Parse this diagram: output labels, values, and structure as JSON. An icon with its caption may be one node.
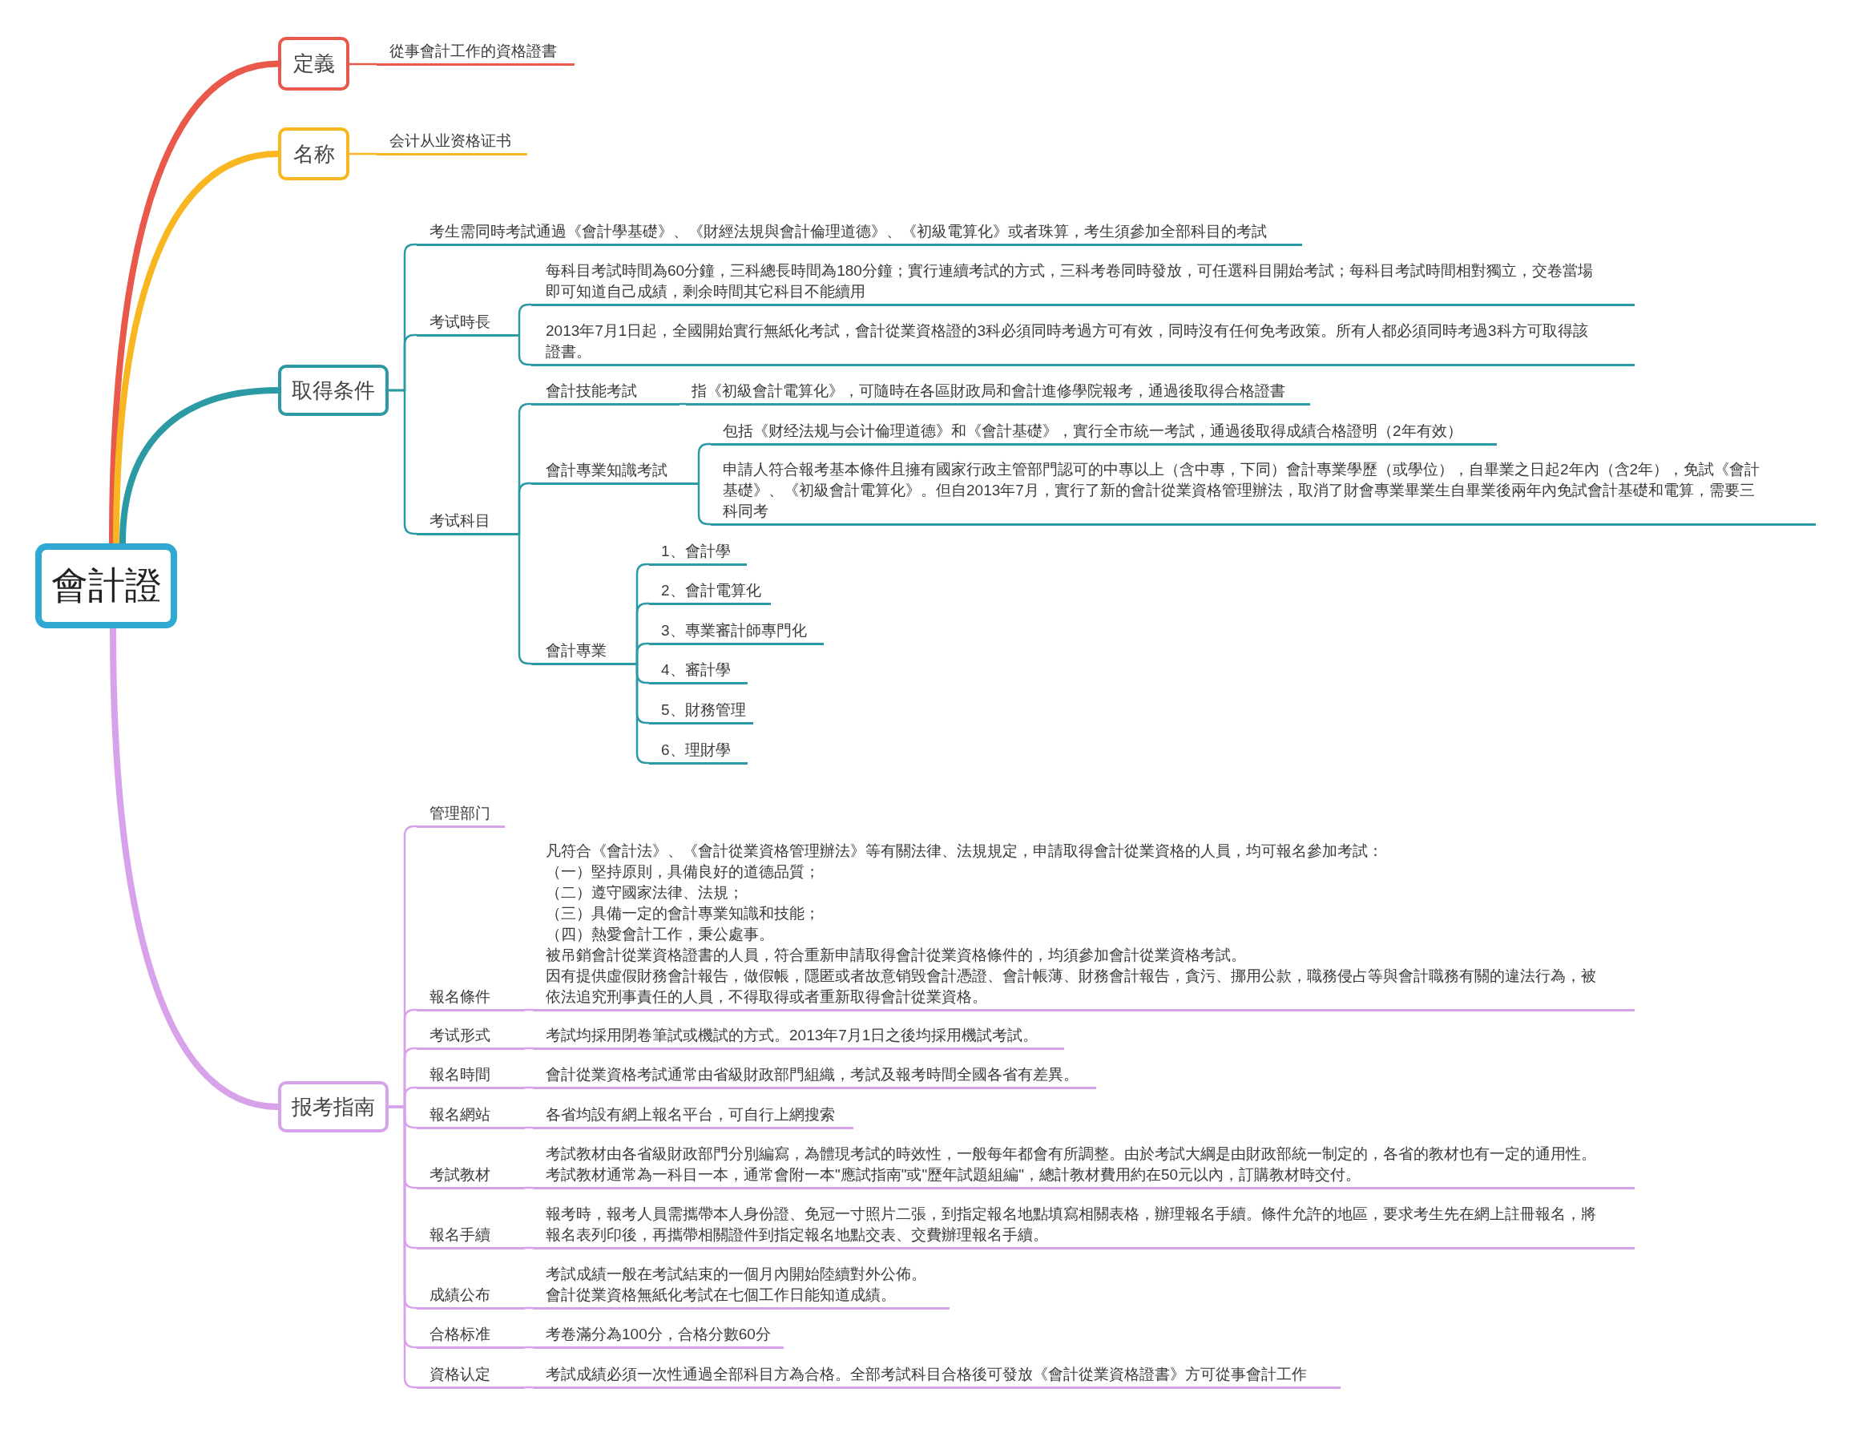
{
  "diagram": {
    "nodes": [
      {
        "text": [
          "會計證"
        ]
      },
      {
        "text": [
          "定義"
        ]
      },
      {
        "text": [
          "從事會計工作的資格證書"
        ]
      },
      {
        "text": [
          "名称"
        ]
      },
      {
        "text": [
          "会计从业资格证书"
        ]
      },
      {
        "text": [
          "取得条件"
        ]
      },
      {
        "text": [
          "考生需同時考試通過《會計學基礎》、《財經法規與會計倫理道德》、《初級電算化》或者珠算，考生須參加全部科目的考試"
        ]
      },
      {
        "text": [
          "考试時長"
        ]
      },
      {
        "text": [
          "每科目考試時間為60分鐘，三科總長時間為180分鐘；實行連續考試的方式，三科考卷同時發放，可任選科目開始考試；每科目考試時間相對獨立，交卷當場即可知道自己成績，剩余時間其它科目不能續用"
        ]
      },
      {
        "text": [
          "2013年7月1日起，全國開始實行無紙化考試，會計從業資格證的3科必須同時考過方可有效，同時沒有任何免考政策。所有人都必須同時考過3科方可取得該證書。"
        ]
      },
      {
        "text": [
          "考试科目"
        ]
      },
      {
        "text": [
          "會計技能考試"
        ]
      },
      {
        "text": [
          "指《初級會計電算化》，可隨時在各區財政局和會計進修學院報考，通過後取得合格證書"
        ]
      },
      {
        "text": [
          "會計專業知識考試"
        ]
      },
      {
        "text": [
          "包括《财经法规与会计倫理道德》和《會計基礎》，實行全市統一考試，通過後取得成績合格證明（2年有效）"
        ]
      },
      {
        "text": [
          "申請人符合報考基本條件且擁有國家行政主管部門認可的中專以上（含中專，下同）會計專業學歷（或學位），自畢業之日起2年內（含2年），免試《會計基礎》、《初級會計電算化》。但自2013年7月，實行了新的會計從業資格管理辦法，取消了財會專業畢業生自畢業後兩年內免試會計基礎和電算，需要三科同考"
        ]
      },
      {
        "text": [
          "會計專業"
        ]
      },
      {
        "text": [
          "1、會計學"
        ]
      },
      {
        "text": [
          "2、會計電算化"
        ]
      },
      {
        "text": [
          "3、專業審計師專門化"
        ]
      },
      {
        "text": [
          "4、審計學"
        ]
      },
      {
        "text": [
          "5、財務管理"
        ]
      },
      {
        "text": [
          "6、理財學"
        ]
      },
      {
        "text": [
          "报考指南"
        ]
      },
      {
        "text": [
          "管理部门"
        ]
      },
      {
        "text": [
          "報名條件"
        ]
      },
      {
        "text": [
          "凡符合《會計法》、《會計從業資格管理辦法》等有關法律、法規規定，申請取得會計從業資格的人員，均可報名參加考試：",
          "（一）堅持原則，具備良好的道德品質；",
          "（二）遵守國家法律、法規；",
          "（三）具備一定的會計專業知識和技能；",
          "（四）熱愛會計工作，秉公處事。",
          "被吊銷會計從業資格證書的人員，符合重新申請取得會計從業資格條件的，均須參加會計從業資格考試。",
          "因有提供虛假財務會計報告，做假帳，隱匿或者故意销毁會計憑證、會計帳薄、財務會計報告，貪污、挪用公款，職務侵占等與會計職務有關的違法行為，被依法追究刑事責任的人員，不得取得或者重新取得會計從業資格。"
        ]
      },
      {
        "text": [
          "考试形式"
        ]
      },
      {
        "text": [
          "考試均採用閉卷筆試或機試的方式。2013年7月1日之後均採用機試考試。"
        ]
      },
      {
        "text": [
          "報名時間"
        ]
      },
      {
        "text": [
          "會計從業資格考試通常由省級財政部門組織，考試及報考時間全國各省有差異。"
        ]
      },
      {
        "text": [
          "報名網站"
        ]
      },
      {
        "text": [
          "各省均設有網上報名平台，可自行上網搜索"
        ]
      },
      {
        "text": [
          "考試教材"
        ]
      },
      {
        "text": [
          "考試教材由各省級財政部門分別編寫，為體現考試的時效性，一般每年都會有所調整。由於考試大綱是由財政部統一制定的，各省的教材也有一定的通用性。",
          "考試教材通常為一科目一本，通常會附一本\"應試指南\"或\"歷年試題組編\"，總計教材費用約在50元以內，訂購教材時交付。"
        ]
      },
      {
        "text": [
          "報名手續"
        ]
      },
      {
        "text": [
          "報考時，報考人員需攜帶本人身份證、免冠一寸照片二張，到指定報名地點填寫相關表格，辦理報名手續。條件允許的地區，要求考生先在網上註冊報名，將報名表列印後，再攜帶相關證件到指定報名地點交表、交費辦理報名手續。"
        ]
      },
      {
        "text": [
          "成績公布"
        ]
      },
      {
        "text": [
          "考試成績一般在考試結束的一個月內開始陸續對外公佈。",
          "會計從業資格無紙化考試在七個工作日能知道成績。"
        ]
      },
      {
        "text": [
          "合格标准"
        ]
      },
      {
        "text": [
          "考卷滿分為100分，合格分數60分"
        ]
      },
      {
        "text": [
          "資格认定"
        ]
      },
      {
        "text": [
          "考試成績必須一次性通過全部科目方為合格。全部考試科目合格後可發放《會計從業資格證書》方可從事會計工作"
        ]
      }
    ],
    "edges": [
      {
        "from": 0,
        "to": 1,
        "arrow": "none",
        "style": "thick",
        "color": "#e9594b"
      },
      {
        "from": 0,
        "to": 3,
        "arrow": "none",
        "style": "thick",
        "color": "#f8b620"
      },
      {
        "from": 0,
        "to": 5,
        "arrow": "none",
        "style": "thick",
        "color": "#2b9aa4"
      },
      {
        "from": 0,
        "to": 23,
        "arrow": "none",
        "style": "thick"
      },
      {
        "from": 1,
        "to": 2,
        "arrow": "none",
        "color": "#e9594b"
      },
      {
        "from": 3,
        "to": 4,
        "arrow": "none",
        "color": "#f8b620"
      },
      {
        "from": 5,
        "to": 6,
        "arrow": "none",
        "color": "#2b9aa4"
      },
      {
        "from": 5,
        "to": 7,
        "arrow": "none",
        "color": "#2b9aa4"
      },
      {
        "from": 7,
        "to": 8,
        "arrow": "none",
        "color": "#2b9aa4"
      },
      {
        "from": 7,
        "to": 9,
        "arrow": "none",
        "color": "#2b9aa4"
      },
      {
        "from": 5,
        "to": 10,
        "arrow": "none",
        "color": "#2b9aa4"
      },
      {
        "from": 10,
        "to": 11,
        "arrow": "none",
        "color": "#2b9aa4"
      },
      {
        "from": 11,
        "to": 12,
        "arrow": "none",
        "color": "#2b9aa4"
      },
      {
        "from": 10,
        "to": 13,
        "arrow": "none",
        "color": "#2b9aa4"
      },
      {
        "from": 13,
        "to": 14,
        "arrow": "none",
        "color": "#2b9aa4"
      },
      {
        "from": 13,
        "to": 15,
        "arrow": "none",
        "color": "#2b9aa4"
      },
      {
        "from": 10,
        "to": 16,
        "arrow": "none",
        "color": "#2b9aa4"
      },
      {
        "from": 16,
        "to": 17,
        "arrow": "none",
        "color": "#2b9aa4"
      },
      {
        "from": 16,
        "to": 18,
        "arrow": "none",
        "color": "#2b9aa4"
      },
      {
        "from": 16,
        "to": 19,
        "arrow": "none",
        "color": "#2b9aa4"
      },
      {
        "from": 16,
        "to": 20,
        "arrow": "none",
        "color": "#2b9aa4"
      },
      {
        "from": 16,
        "to": 21,
        "arrow": "none",
        "color": "#2b9aa4"
      },
      {
        "from": 16,
        "to": 22,
        "arrow": "none",
        "color": "#2b9aa4"
      },
      {
        "from": 23,
        "to": 24,
        "arrow": "none"
      },
      {
        "from": 23,
        "to": 25,
        "arrow": "none"
      },
      {
        "from": 25,
        "to": 26,
        "arrow": "none"
      },
      {
        "from": 23,
        "to": 27,
        "arrow": "none"
      },
      {
        "from": 27,
        "to": 28,
        "arrow": "none"
      },
      {
        "from": 23,
        "to": 29,
        "arrow": "none"
      },
      {
        "from": 29,
        "to": 30,
        "arrow": "none"
      },
      {
        "from": 23,
        "to": 31,
        "arrow": "none"
      },
      {
        "from": 31,
        "to": 32,
        "arrow": "none"
      },
      {
        "from": 23,
        "to": 33,
        "arrow": "none"
      },
      {
        "from": 33,
        "to": 34,
        "arrow": "none"
      },
      {
        "from": 23,
        "to": 35,
        "arrow": "none"
      },
      {
        "from": 35,
        "to": 36,
        "arrow": "none"
      },
      {
        "from": 23,
        "to": 37,
        "arrow": "none"
      },
      {
        "from": 37,
        "to": 38,
        "arrow": "none"
      },
      {
        "from": 23,
        "to": 39,
        "arrow": "none"
      },
      {
        "from": 39,
        "to": 40,
        "arrow": "none"
      },
      {
        "from": 23,
        "to": 41,
        "arrow": "none"
      },
      {
        "from": 41,
        "to": 42,
        "arrow": "none"
      }
    ]
  }
}
